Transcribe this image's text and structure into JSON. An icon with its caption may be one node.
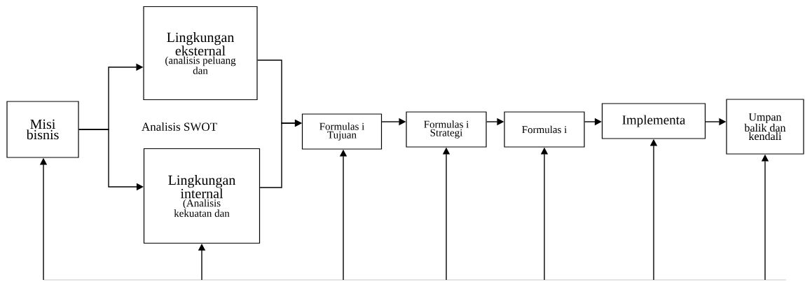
{
  "diagram": {
    "nodes": [
      {
        "text": [
          "Misi bisnis"
        ]
      },
      {
        "text": [
          "Lingkungan eksternal",
          "(analisis peluang dan"
        ]
      },
      {
        "text": [
          "Lingkungan internal",
          "(Analisis kekuatan dan"
        ]
      },
      {
        "text": [
          "Formulas i Tujuan"
        ]
      },
      {
        "text": [
          "Formulas i Strategi"
        ]
      },
      {
        "text": [
          "Formulas i"
        ]
      },
      {
        "text": [
          "Implementa"
        ]
      },
      {
        "text": [
          "Umpan balik dan kendali"
        ]
      }
    ],
    "edges": [
      {
        "from": 0,
        "to": 1,
        "arrow": "to"
      },
      {
        "from": 0,
        "to": 2,
        "arrow": "to"
      },
      {
        "from": 1,
        "to": 3,
        "arrow": "to"
      },
      {
        "from": 2,
        "to": 3,
        "arrow": "to"
      },
      {
        "from": 3,
        "to": 4,
        "arrow": "to"
      },
      {
        "from": 4,
        "to": 5,
        "arrow": "to"
      },
      {
        "from": 5,
        "to": 6,
        "arrow": "to"
      },
      {
        "from": 6,
        "to": 7,
        "arrow": "to"
      },
      {
        "from": null,
        "to": 0,
        "arrow": "to"
      },
      {
        "from": null,
        "to": 2,
        "arrow": "to"
      },
      {
        "from": null,
        "to": 3,
        "arrow": "to"
      },
      {
        "from": null,
        "to": 4,
        "arrow": "to"
      },
      {
        "from": null,
        "to": 5,
        "arrow": "to"
      },
      {
        "from": null,
        "to": 6,
        "arrow": "to"
      },
      {
        "from": null,
        "to": 7,
        "arrow": "to"
      }
    ],
    "labels": [
      "Analisis SWOT"
    ]
  }
}
